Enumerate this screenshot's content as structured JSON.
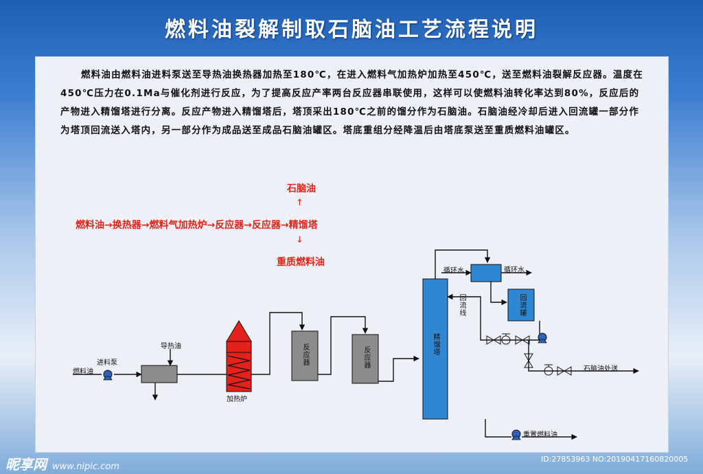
{
  "title": "燃料油裂解制取石脑油工艺流程说明",
  "description": "燃料油由燃料油进料泵送至导热油换热器加热至180℃，在进入燃料气加热炉加热至450℃，送至燃料油裂解反应器。温度在450℃压力在0.1Ma与催化剂进行反应，为了提高反应产率两台反应器串联使用，这样可以使燃料油转化率达到80%，反应后的产物进入精馏塔进行分离。反应产物进入精馏塔后，塔顶采出180℃之前的馏分作为石脑油。石脑油经冷却后进入回流罐一部分作为塔顶回流送入塔内，另一部分作为成品送至成品石脑油罐区。塔底重组分经降温后由塔底泵送至重质燃料油罐区。",
  "summary": {
    "top_product": "石脑油",
    "up_arrow": "↑",
    "chain": "燃料油→换热器→燃料气加热炉→反应器→反应器→精馏塔",
    "down_arrow": "↓",
    "bottom_product": "重质燃料油"
  },
  "labels": {
    "feed_oil": "燃料油",
    "feed_pump": "进料泵",
    "thermal_oil": "导热油",
    "furnace": "加热炉",
    "reactor1": "反应器",
    "reactor2": "反应器",
    "column": "精馏塔",
    "cooling_water_in": "循环水",
    "cooling_water_out": "循环水",
    "reflux_drum": "回流罐",
    "reflux_line": "回流线",
    "naphtha_out": "石脑油处送",
    "heavy_oil_out": "重置燃料油"
  },
  "colors": {
    "equipment_gray": "#8c8c8c",
    "column_blue": "#2f86d2",
    "furnace_red": "#e3231b",
    "summary_red": "#e02418"
  },
  "watermark": {
    "left": "昵享网",
    "url": "www.nipic.com",
    "right": "ID:27853963 NO:20190417160820005"
  }
}
